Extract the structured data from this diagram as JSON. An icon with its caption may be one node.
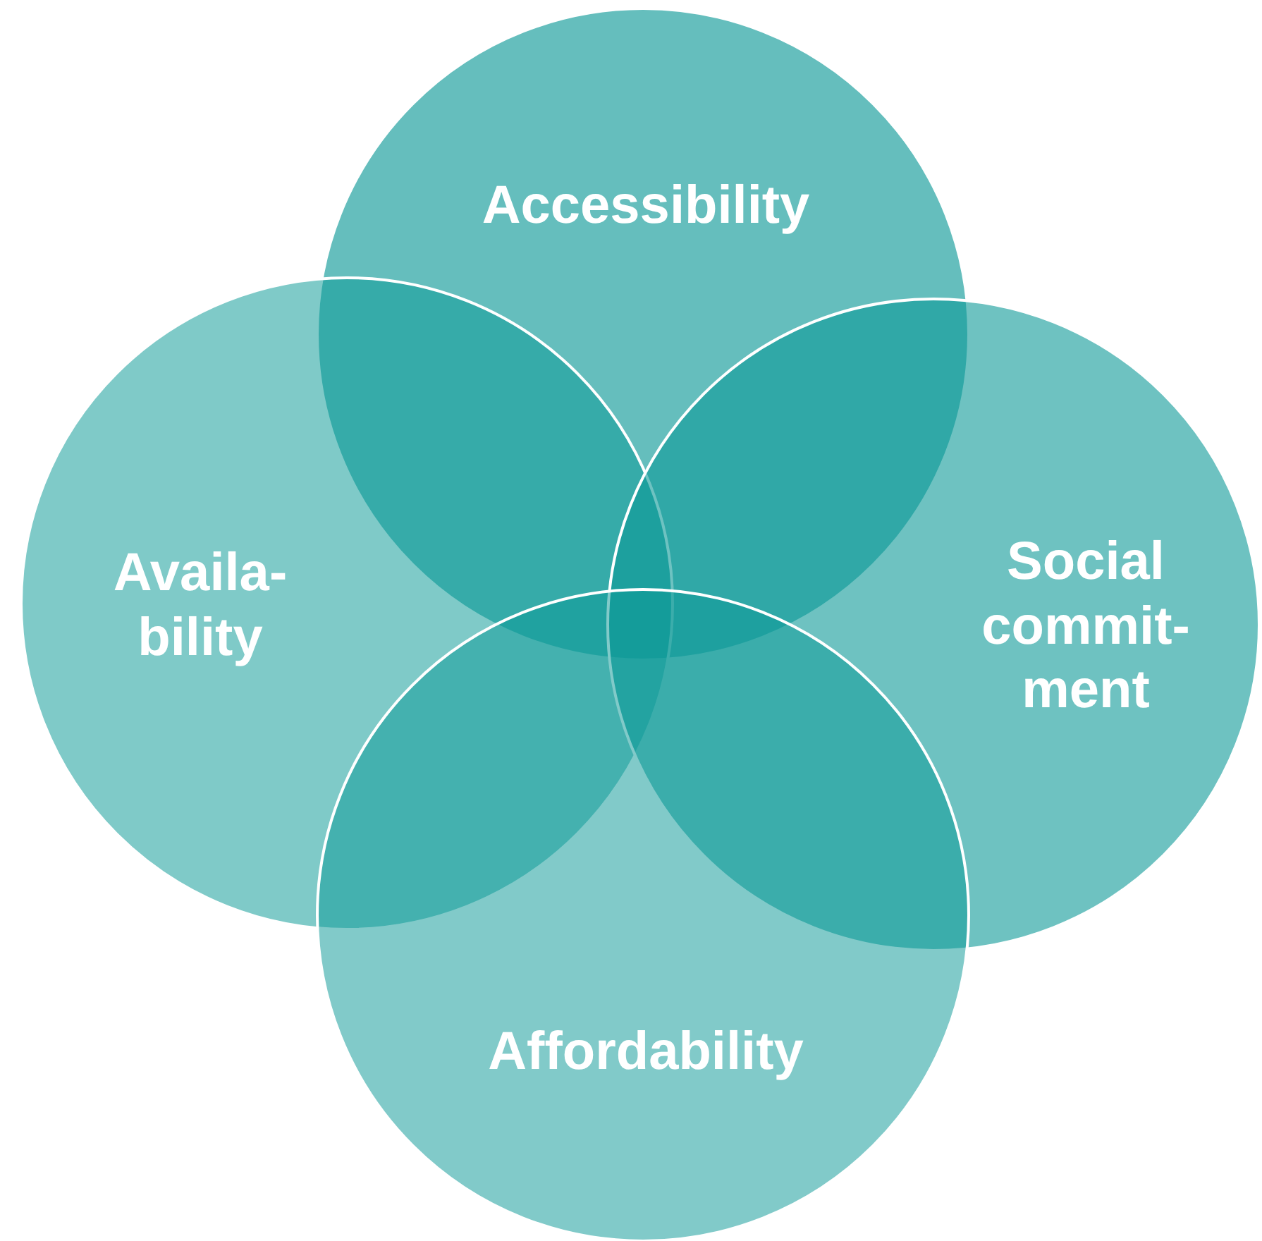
{
  "diagram": {
    "nodes": [
      {
        "text": [
          "Accessibility"
        ]
      },
      {
        "text": [
          "Availa- bility"
        ]
      },
      {
        "text": [
          "Social commit- ment"
        ]
      },
      {
        "text": [
          "Affordability"
        ]
      }
    ]
  }
}
